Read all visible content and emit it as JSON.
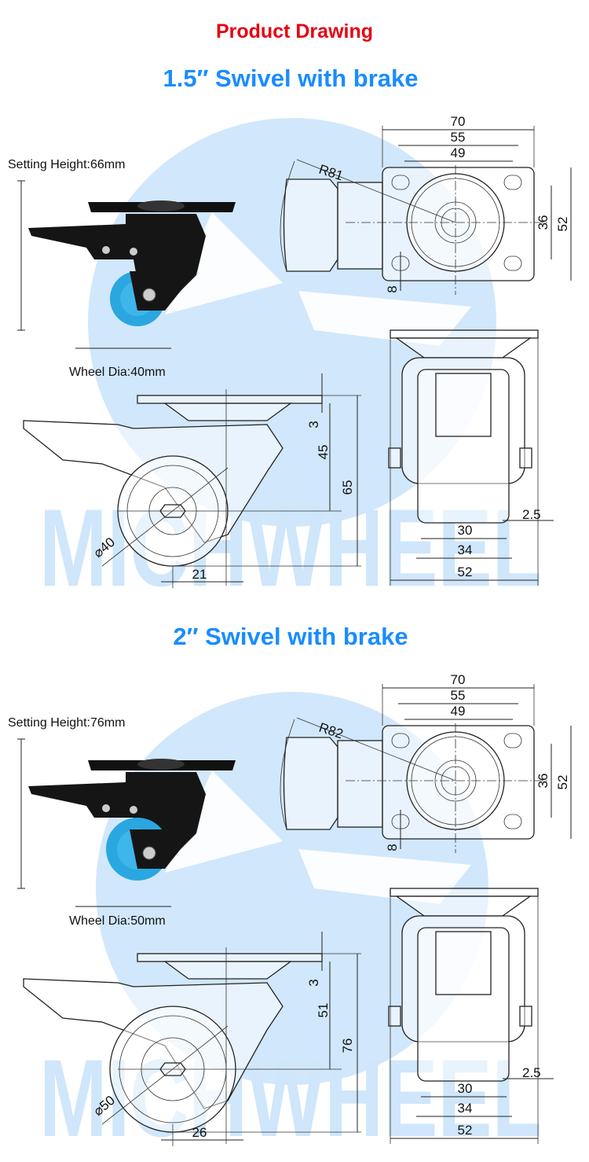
{
  "header": {
    "title": "Product Drawing"
  },
  "watermark": "MICHWHEEL",
  "colors": {
    "title": "#e60012",
    "subtitle": "#1a8cff",
    "watermark": "#cfe6fb",
    "wheel": "#2aa7e0"
  },
  "sections": [
    {
      "title": "1.5″ Swivel with brake",
      "setting_height": "Setting Height:66mm",
      "wheel_dia": "Wheel Dia:40mm",
      "top_view": {
        "d70": "70",
        "d55": "55",
        "d49": "49",
        "radius": "R81",
        "d36": "36",
        "d52": "52",
        "d8": "8"
      },
      "side_view": {
        "d3": "3",
        "height_body": "45",
        "height_total": "65",
        "offset": "21",
        "diameter": "⌀40"
      },
      "front_view": {
        "d30": "30",
        "d34": "34",
        "d52": "52",
        "d2_5": "2.5"
      }
    },
    {
      "title": "2″ Swivel with brake",
      "setting_height": "Setting Height:76mm",
      "wheel_dia": "Wheel Dia:50mm",
      "top_view": {
        "d70": "70",
        "d55": "55",
        "d49": "49",
        "radius": "R82",
        "d36": "36",
        "d52": "52",
        "d8": "8"
      },
      "side_view": {
        "d3": "3",
        "height_body": "51",
        "height_total": "76",
        "offset": "26",
        "diameter": "⌀50"
      },
      "front_view": {
        "d30": "30",
        "d34": "34",
        "d52": "52",
        "d2_5": "2.5"
      }
    }
  ]
}
